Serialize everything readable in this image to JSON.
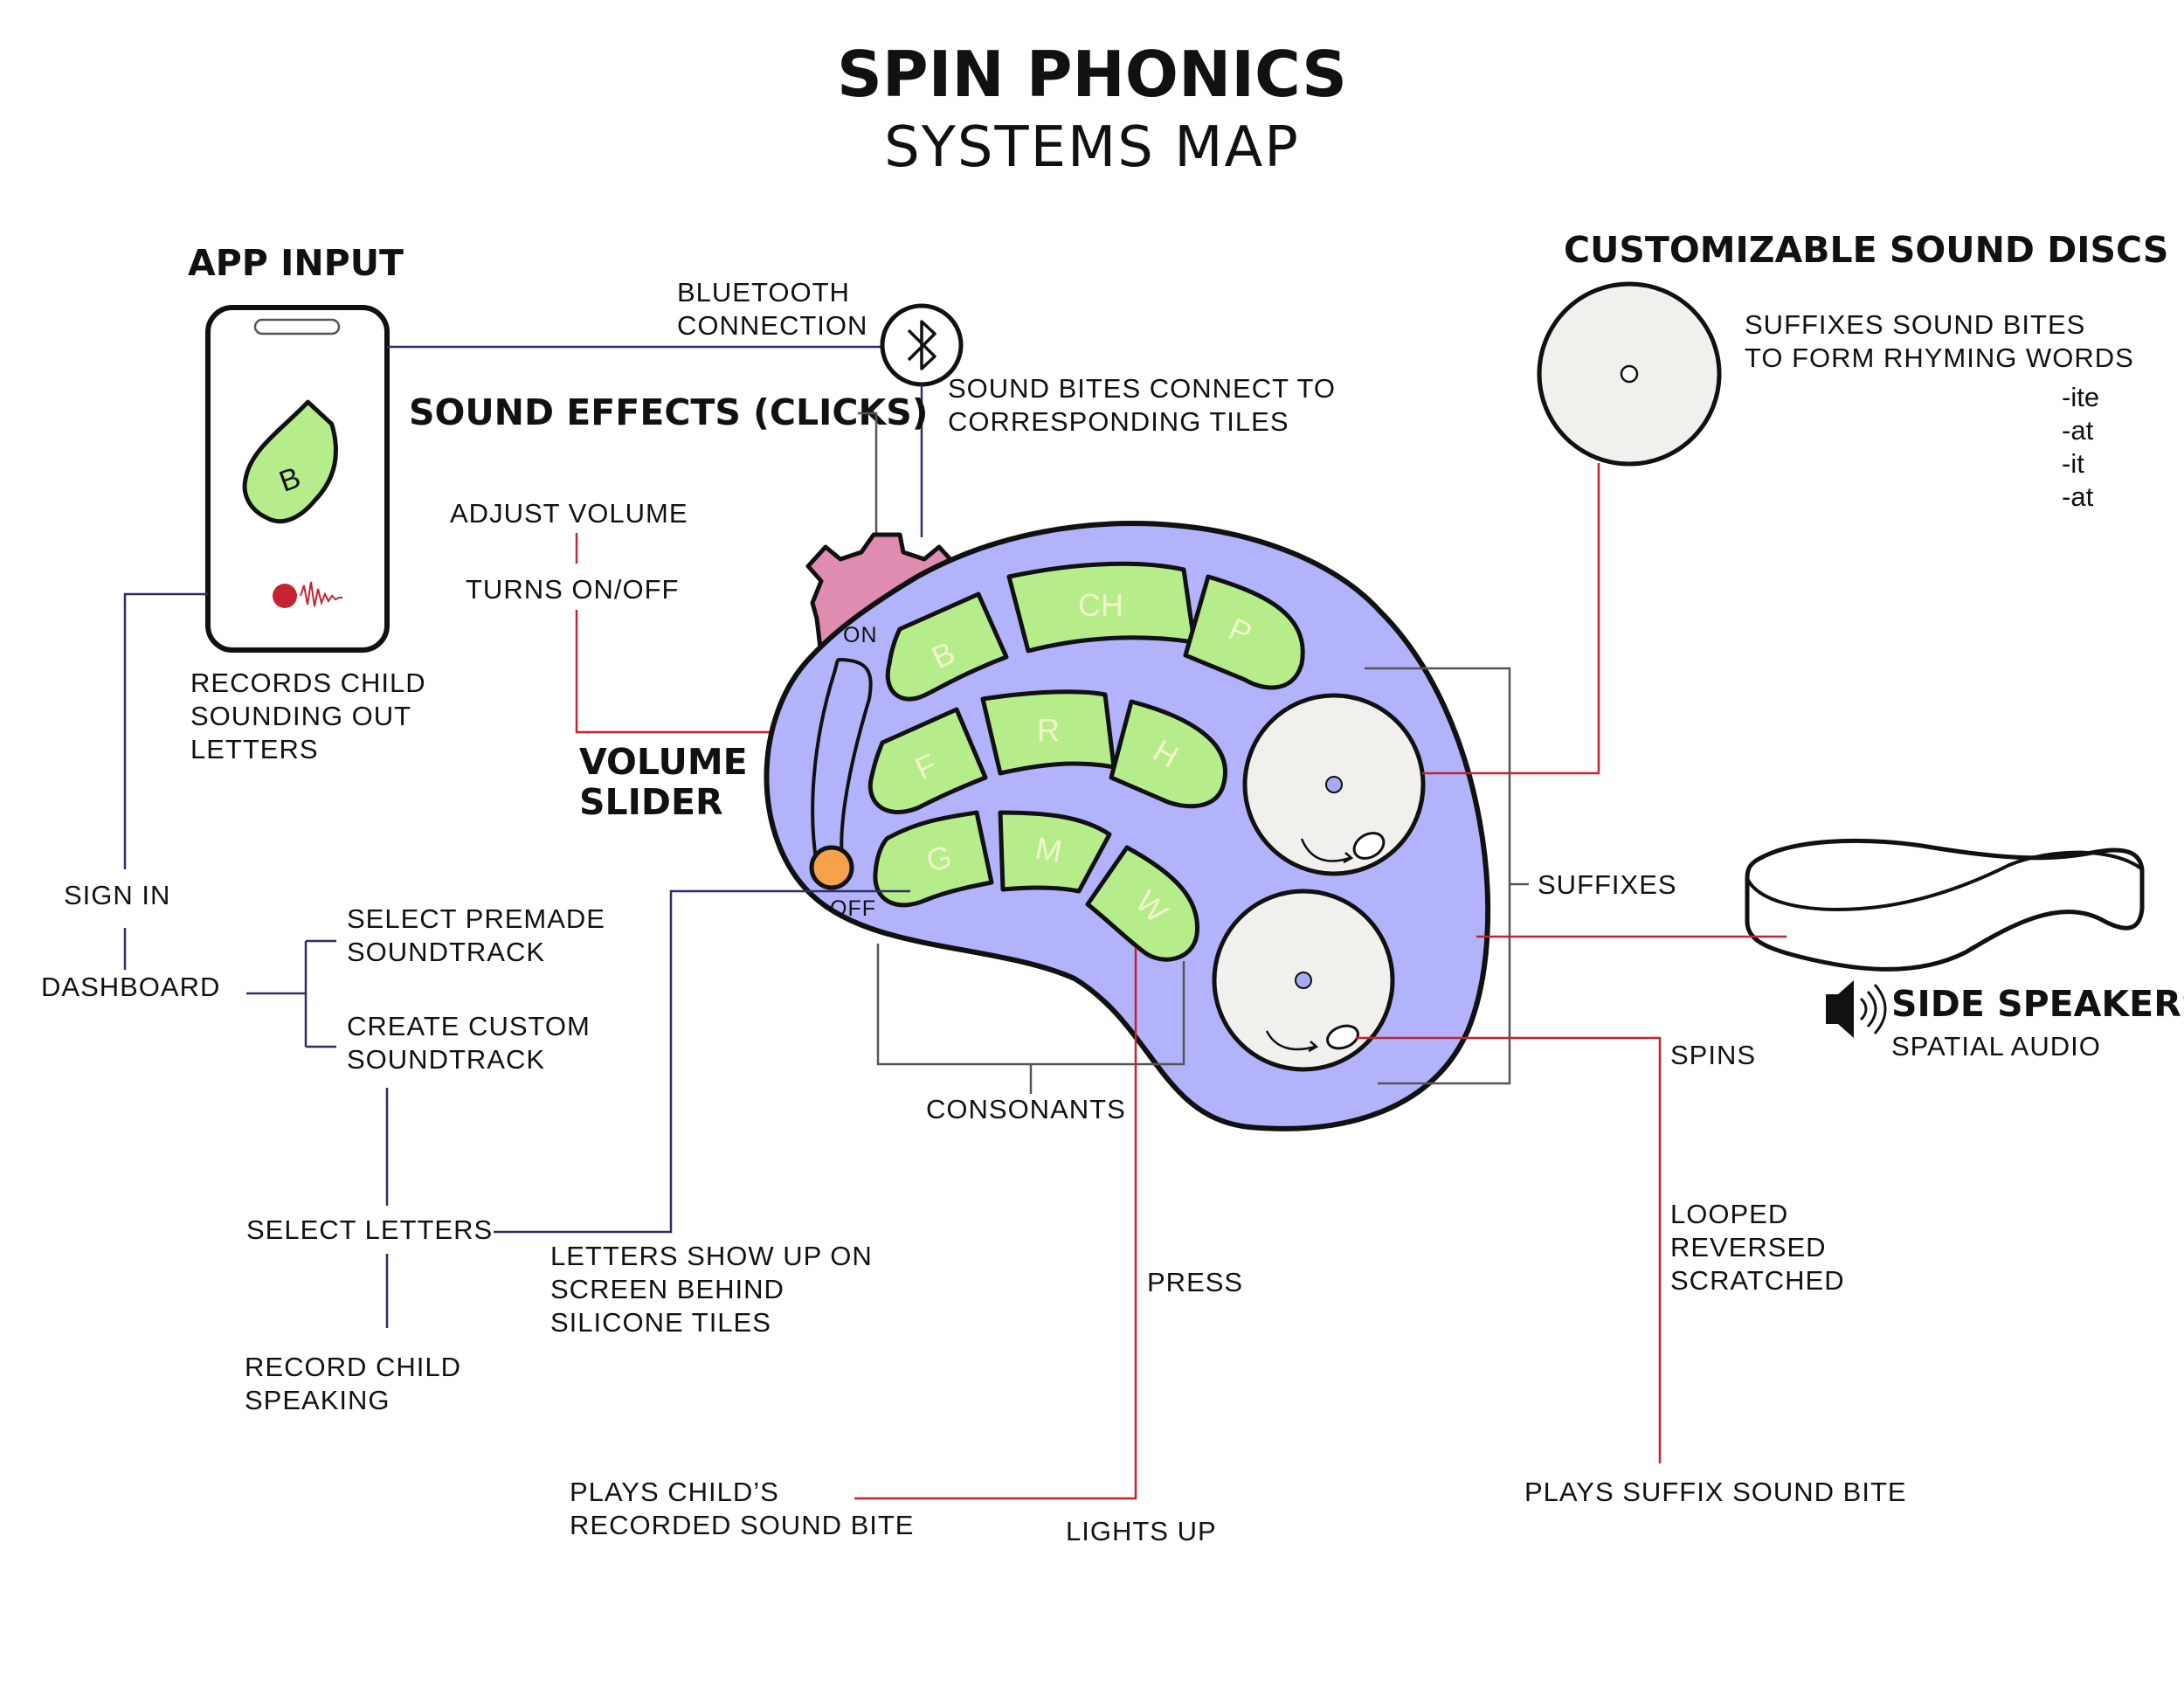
{
  "title": {
    "line1": "SPIN PHONICS",
    "line2": "SYSTEMS MAP"
  },
  "headers": {
    "app_input": "APP INPUT",
    "sound_discs": "CUSTOMIZABLE SOUND DISCS",
    "sound_effects": "SOUND EFFECTS (CLICKS)",
    "volume_slider_1": "VOLUME",
    "volume_slider_2": "SLIDER",
    "side_speakers": "SIDE SPEAKERS:"
  },
  "phone": {
    "tile_letter": "B"
  },
  "labels": {
    "bluetooth": [
      "BLUETOOTH",
      "CONNECTION"
    ],
    "sound_bites": [
      "SOUND BITES CONNECT TO",
      "CORRESPONDING TILES"
    ],
    "adjust_volume": "ADJUST VOLUME",
    "turns_on_off": "TURNS ON/OFF",
    "records_child": [
      "RECORDS CHILD",
      "SOUNDING OUT",
      "LETTERS"
    ],
    "sign_in": "SIGN IN",
    "dashboard": "DASHBOARD",
    "select_premade": [
      "SELECT PREMADE",
      "SOUNDTRACK"
    ],
    "create_custom": [
      "CREATE CUSTOM",
      "SOUNDTRACK"
    ],
    "select_letters": "SELECT LETTERS",
    "record_child_speaking": [
      "RECORD CHILD",
      "SPEAKING"
    ],
    "letters_show": [
      "LETTERS SHOW UP ON",
      "SCREEN BEHIND",
      "SILICONE TILES"
    ],
    "press": "PRESS",
    "plays_child": [
      "PLAYS CHILD’S",
      "RECORDED SOUND BITE"
    ],
    "lights_up": "LIGHTS UP",
    "consonants": "CONSONANTS",
    "suffixes": "SUFFIXES",
    "spins": "SPINS",
    "looped": [
      "LOOPED",
      "REVERSED",
      "SCRATCHED"
    ],
    "plays_suffix": "PLAYS SUFFIX SOUND BITE",
    "spatial_audio": "SPATIAL AUDIO",
    "suffix_disc_desc": [
      "SUFFIXES SOUND BITES",
      "TO FORM RHYMING WORDS"
    ],
    "suffix_list": [
      "-ite",
      "-at",
      "-it",
      "-at"
    ],
    "slider_on": "ON",
    "slider_off": "OFF"
  },
  "tiles": [
    "B",
    "CH",
    "P",
    "F",
    "R",
    "H",
    "G",
    "M",
    "W"
  ],
  "colors": {
    "device_body": "#b2b3fb",
    "tile_green": "#b7ec8b",
    "gear_pink": "#e08bb0",
    "slider_knob": "#f5a14a",
    "disc_fill": "#f1f0ec",
    "record_red": "#c4232f",
    "line_navy": "#2e2f63",
    "line_red": "#c4232f"
  }
}
